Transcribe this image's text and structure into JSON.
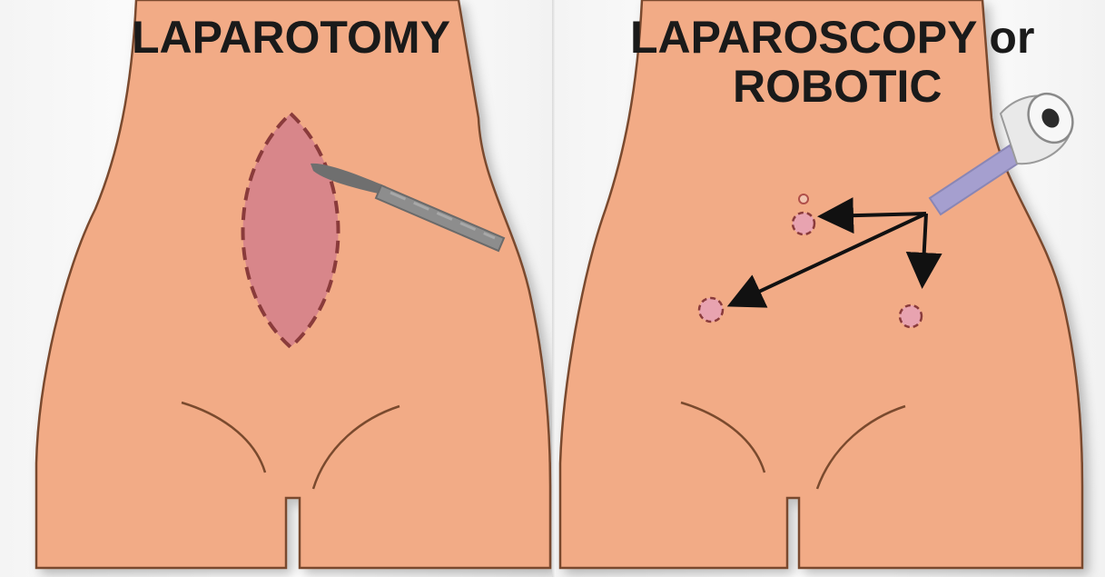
{
  "panels": {
    "laparotomy": {
      "title": "LAPAROTOMY"
    },
    "laparoscopy": {
      "title_line1": "LAPAROSCOPY or",
      "title_line2": "ROBOTIC"
    }
  },
  "colors": {
    "skin": "#f2ab86",
    "outline": "#7a4a2e",
    "incision_fill": "#d8868a",
    "incision_border": "#8a3b3b",
    "scalpel": "#8a8a8a",
    "port_fill": "#e8a3b0",
    "arrow": "#111111",
    "trocar": "#a59fcf"
  },
  "icons": [
    "scalpel-icon",
    "trocar-port-icon"
  ]
}
